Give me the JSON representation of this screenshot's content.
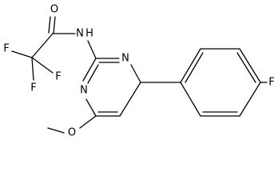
{
  "molecule": {
    "atom_labels": {
      "carbonyl_oxygen": "O",
      "amide_nitrogen": "N",
      "amide_hydrogen": "H",
      "cf3_fluorine_1": "F",
      "cf3_fluorine_2": "F",
      "cf3_fluorine_3": "F",
      "ring_nitrogen_1": "N",
      "ring_nitrogen_3": "N",
      "methoxy_oxygen": "O",
      "aryl_fluorine": "F"
    }
  }
}
